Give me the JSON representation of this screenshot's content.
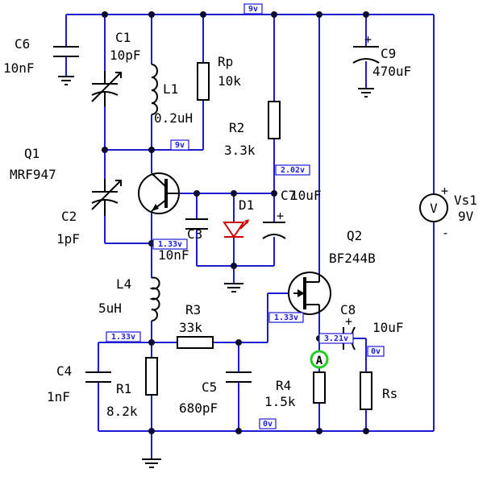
{
  "components": {
    "c6": {
      "name": "C6",
      "value": "10nF"
    },
    "c1": {
      "name": "C1",
      "value": "10pF"
    },
    "l1": {
      "name": "L1",
      "value": "0.2uH"
    },
    "rp": {
      "name": "Rp",
      "value": "10k"
    },
    "r2": {
      "name": "R2",
      "value": "3.3k"
    },
    "c9": {
      "name": "C9",
      "value": "470uF"
    },
    "q1": {
      "name": "Q1",
      "value": "MRF947"
    },
    "c2": {
      "name": "C2",
      "value": "1pF"
    },
    "d1": {
      "name": "D1"
    },
    "c7": {
      "name": "C7",
      "value": "10uF"
    },
    "c3": {
      "name": "C3",
      "value": "10nF"
    },
    "q2": {
      "name": "Q2",
      "value": "BF244B"
    },
    "vs1": {
      "name": "Vs1",
      "value": "9V"
    },
    "l4": {
      "name": "L4",
      "value": "5uH"
    },
    "r3": {
      "name": "R3",
      "value": "33k"
    },
    "c8": {
      "name": "C8",
      "value": "10uF"
    },
    "c4": {
      "name": "C4",
      "value": "1nF"
    },
    "r1": {
      "name": "R1",
      "value": "8.2k"
    },
    "c5": {
      "name": "C5",
      "value": "680pF"
    },
    "r4": {
      "name": "R4",
      "value": "1.5k"
    },
    "rs": {
      "name": "Rs"
    }
  },
  "probes": {
    "top": "9v",
    "mid": "9v",
    "r2_bottom": "2.02v",
    "q1_emitter": "1.33v",
    "q2_gate": "1.33v",
    "bias_left": "1.33v",
    "q2_source": "3.21v",
    "output": "0v",
    "ground": "0v"
  },
  "ammeter": {
    "label": "A"
  },
  "source": {
    "symbol": "V",
    "plus": "+",
    "minus": "-"
  },
  "polarity": {
    "plus": "+"
  },
  "colors": {
    "wire": "#1c1cd8",
    "component": "#000000",
    "led": "#cc0000",
    "ammeter": "#22cc22"
  }
}
